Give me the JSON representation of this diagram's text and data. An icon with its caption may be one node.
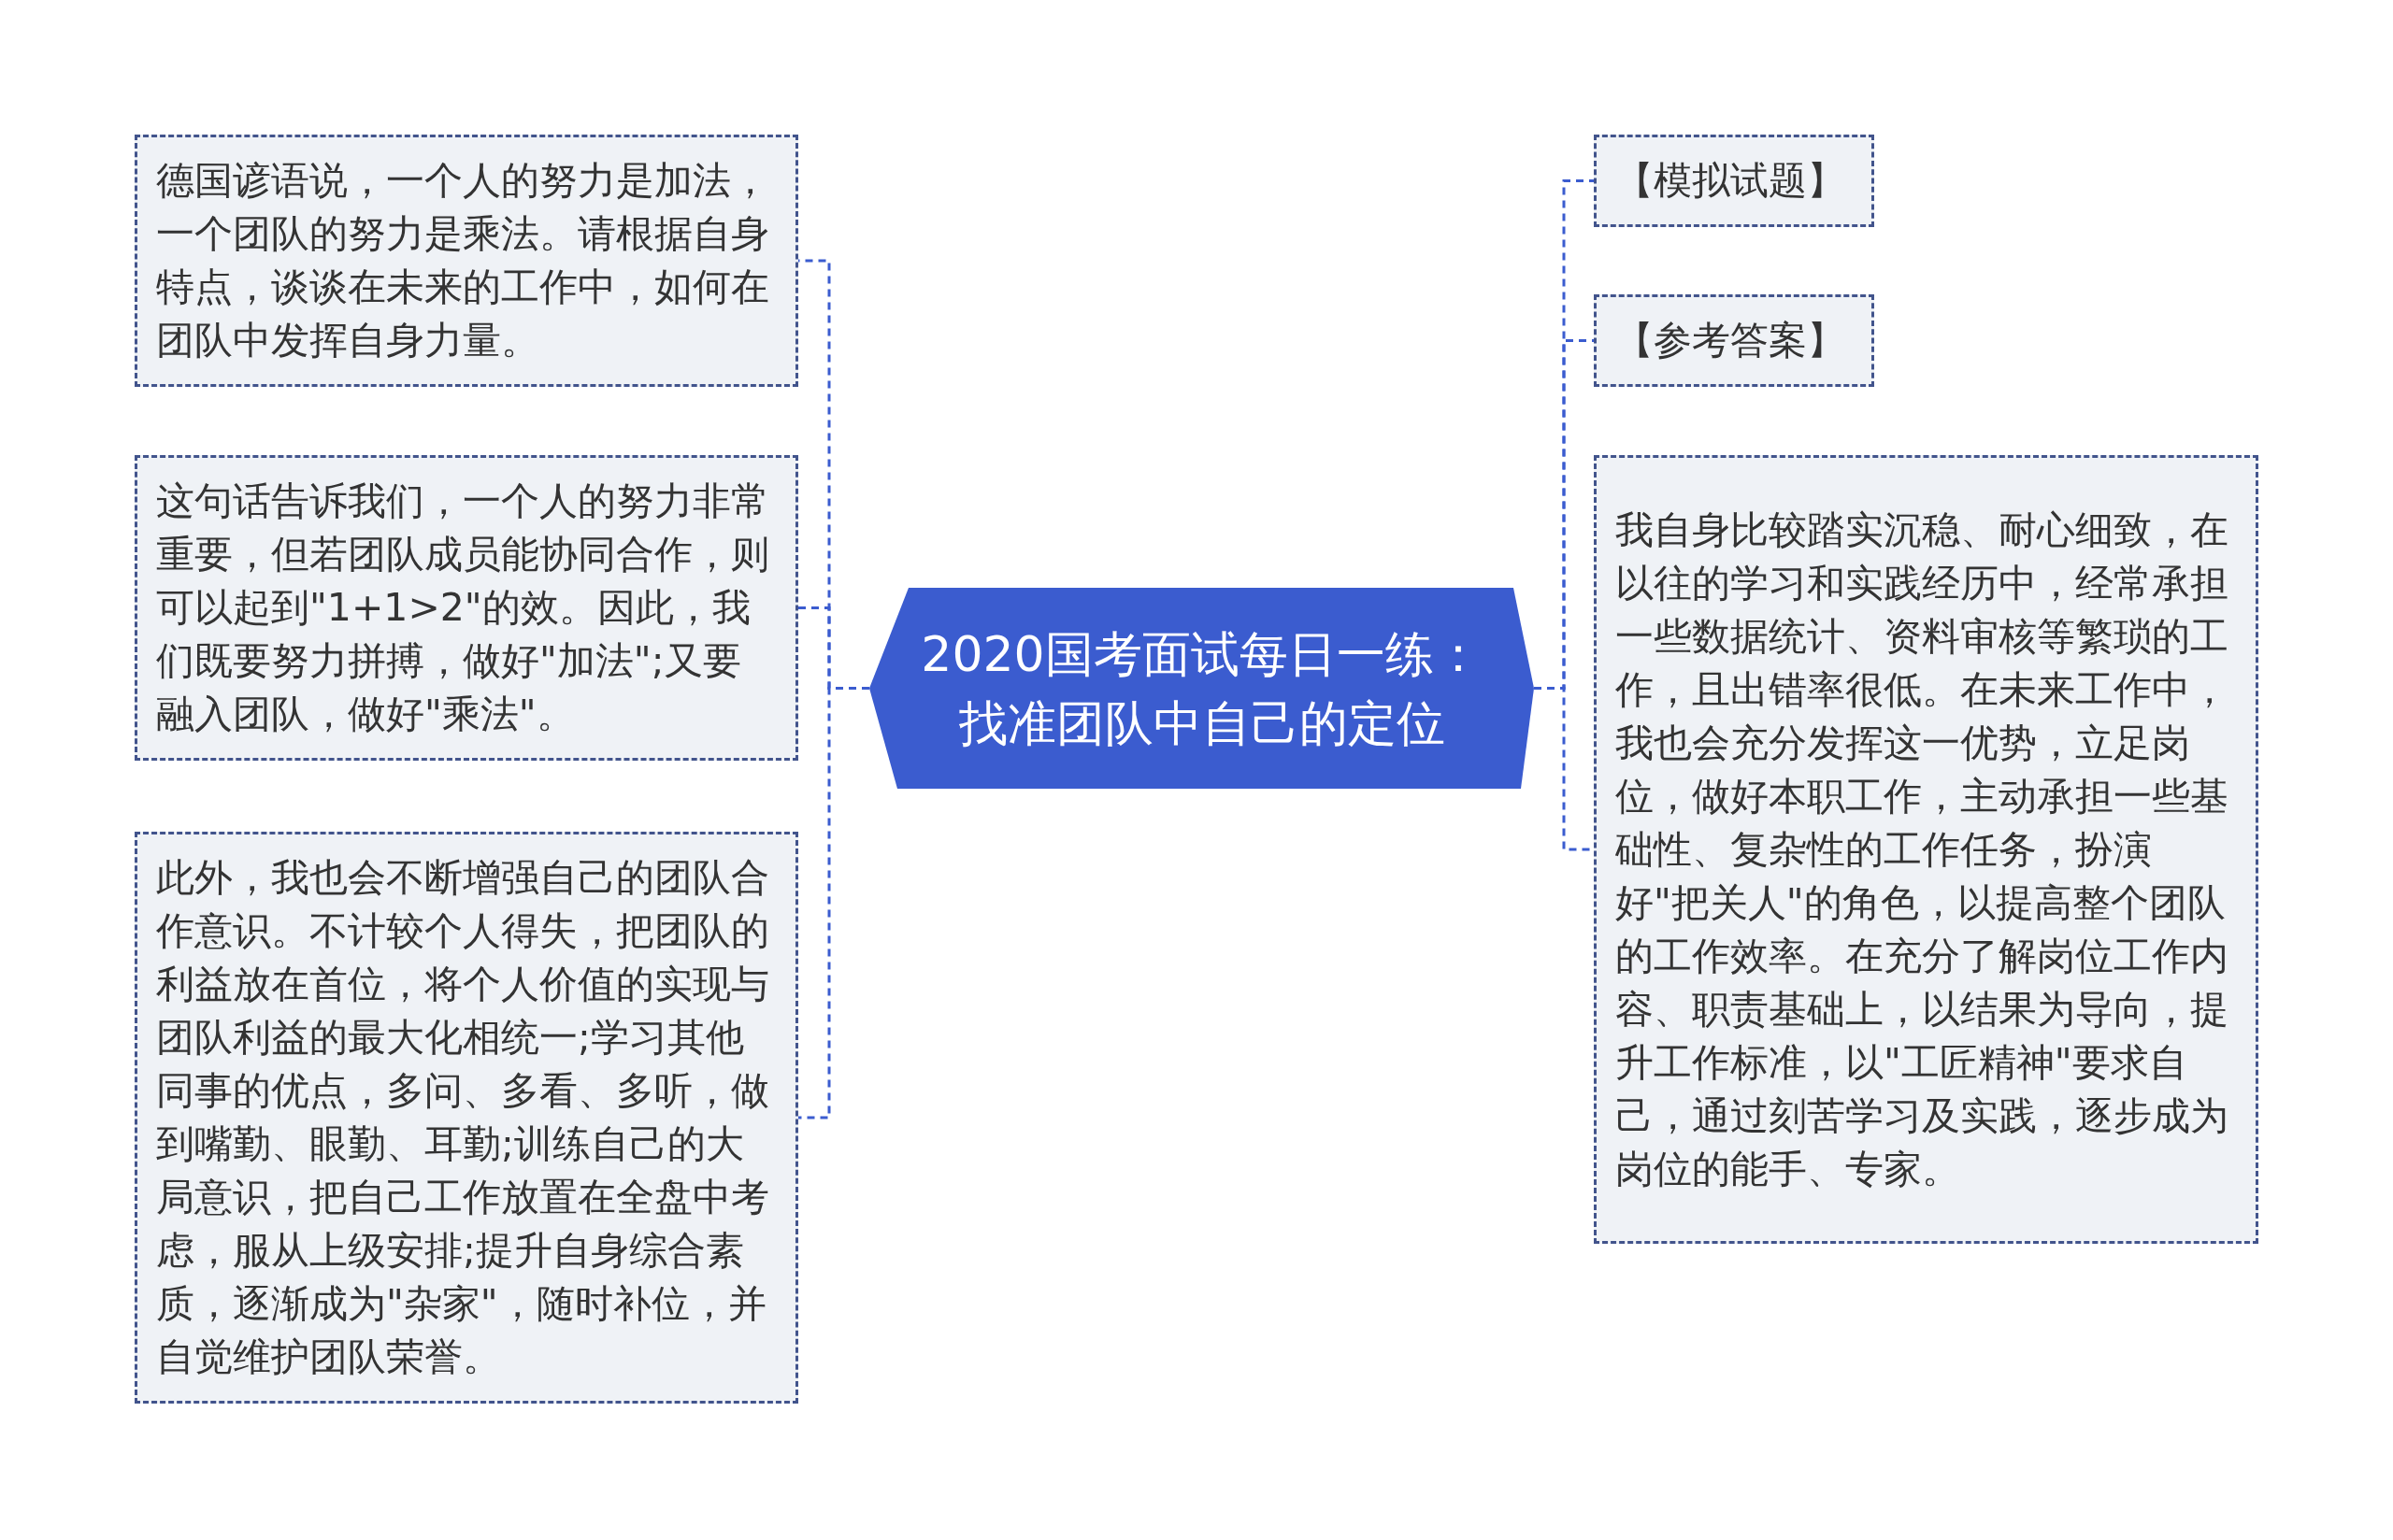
{
  "diagram": {
    "nodes": [
      {
        "text": [
          "2020国考面试每日一练：找准团队中自己的定位"
        ]
      },
      {
        "text": [
          "德国谚语说，一个人的努力是加法，一个团队的努力是乘法。请根据自身特点，谈谈在未来的工作中，如何在团队中发挥自身力量。"
        ]
      },
      {
        "text": [
          "这句话告诉我们，一个人的努力非常重要，但若团队成员能协同合作，则可以起到\"1+1>2\"的效。因此，我们既要努力拼搏，做好\"加法\";又要融入团队，做好\"乘法\"。"
        ]
      },
      {
        "text": [
          "此外，我也会不断增强自己的团队合作意识。不计较个人得失，把团队的利益放在首位，将个人价值的实现与团队利益的最大化相统一;学习其他同事的优点，多问、多看、多听，做到嘴勤、眼勤、耳勤;训练自己的大局意识，把自己工作放置在全盘中考虑，服从上级安排;提升自身综合素质，逐渐成为\"杂家\"，随时补位，并自觉维护团队荣誉。"
        ]
      },
      {
        "text": [
          "【模拟试题】"
        ]
      },
      {
        "text": [
          "【参考答案】"
        ]
      },
      {
        "text": [
          "我自身比较踏实沉稳、耐心细致，在以往的学习和实践经历中，经常承担一些数据统计、资料审核等繁琐的工作，且出错率很低。在未来工作中，我也会充分发挥这一优势，立足岗位，做好本职工作，主动承担一些基础性、复杂性的工作任务，扮演好\"把关人\"的角色，以提高整个团队的工作效率。在充分了解岗位工作内容、职责基础上，以结果为导向，提升工作标准，以\"工匠精神\"要求自己，通过刻苦学习及实践，逐步成为岗位的能手、专家。"
        ]
      }
    ],
    "edges": [
      {
        "from": 0,
        "to": 1,
        "arrow": "none",
        "style": "dashed"
      },
      {
        "from": 0,
        "to": 2,
        "arrow": "none",
        "style": "dashed"
      },
      {
        "from": 0,
        "to": 3,
        "arrow": "none",
        "style": "dashed"
      },
      {
        "from": 0,
        "to": 4,
        "arrow": "none",
        "style": "dashed"
      },
      {
        "from": 0,
        "to": 5,
        "arrow": "none",
        "style": "dashed"
      },
      {
        "from": 0,
        "to": 6,
        "arrow": "none",
        "style": "dashed"
      }
    ]
  }
}
